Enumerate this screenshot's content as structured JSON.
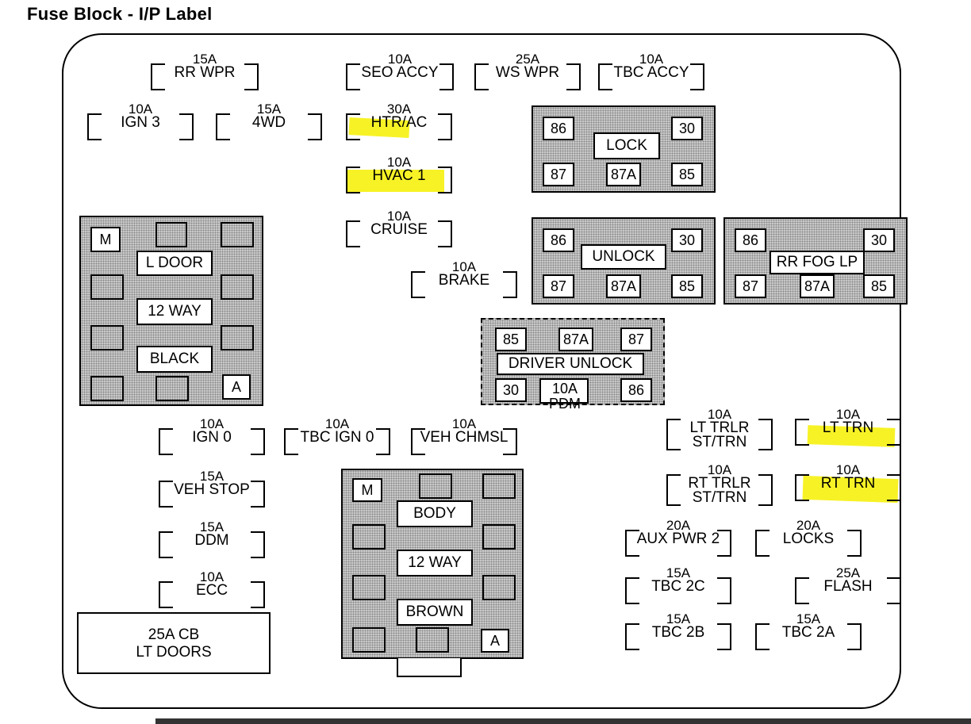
{
  "title": "Fuse Block - I/P Label",
  "fuses": {
    "rr_wpr": {
      "amp": "15A",
      "name": "RR WPR"
    },
    "seo_accy": {
      "amp": "10A",
      "name": "SEO ACCY"
    },
    "ws_wpr": {
      "amp": "25A",
      "name": "WS WPR"
    },
    "tbc_accy": {
      "amp": "10A",
      "name": "TBC ACCY"
    },
    "ign3": {
      "amp": "10A",
      "name": "IGN 3"
    },
    "fourwd": {
      "amp": "15A",
      "name": "4WD"
    },
    "htr_ac": {
      "amp": "30A",
      "name": "HTR/AC"
    },
    "hvac1": {
      "amp": "10A",
      "name": "HVAC 1"
    },
    "cruise": {
      "amp": "10A",
      "name": "CRUISE"
    },
    "brake": {
      "amp": "10A",
      "name": "BRAKE"
    },
    "ign0": {
      "amp": "10A",
      "name": "IGN 0"
    },
    "tbc_ign0": {
      "amp": "10A",
      "name": "TBC IGN 0"
    },
    "veh_chmsl": {
      "amp": "10A",
      "name": "VEH CHMSL"
    },
    "veh_stop": {
      "amp": "15A",
      "name": "VEH STOP"
    },
    "ddm": {
      "amp": "15A",
      "name": "DDM"
    },
    "ecc": {
      "amp": "10A",
      "name": "ECC"
    },
    "lt_trlr": {
      "amp": "10A",
      "name": "LT TRLR",
      "name2": "ST/TRN"
    },
    "lt_trn": {
      "amp": "10A",
      "name": "LT TRN"
    },
    "rt_trlr": {
      "amp": "10A",
      "name": "RT TRLR",
      "name2": "ST/TRN"
    },
    "rt_trn": {
      "amp": "10A",
      "name": "RT TRN"
    },
    "aux_pwr2": {
      "amp": "20A",
      "name": "AUX PWR 2"
    },
    "locks": {
      "amp": "20A",
      "name": "LOCKS"
    },
    "tbc2c": {
      "amp": "15A",
      "name": "TBC 2C"
    },
    "flash": {
      "amp": "25A",
      "name": "FLASH"
    },
    "tbc2b": {
      "amp": "15A",
      "name": "TBC 2B"
    },
    "tbc2a": {
      "amp": "15A",
      "name": "TBC 2A"
    }
  },
  "relays": {
    "lock": {
      "name": "LOCK",
      "p86": "86",
      "p30": "30",
      "p87": "87",
      "p87a": "87A",
      "p85": "85"
    },
    "unlock": {
      "name": "UNLOCK",
      "p86": "86",
      "p30": "30",
      "p87": "87",
      "p87a": "87A",
      "p85": "85"
    },
    "rr_fog": {
      "name": "RR FOG LP",
      "p86": "86",
      "p30": "30",
      "p87": "87",
      "p87a": "87A",
      "p85": "85"
    },
    "driver_unlock": {
      "name": "DRIVER UNLOCK",
      "p85": "85",
      "p87a": "87A",
      "p87": "87",
      "p30": "30",
      "p86": "86",
      "pdm_amp": "10A",
      "pdm_name": "PDM"
    }
  },
  "connectors": {
    "black": {
      "m": "M",
      "a": "A",
      "l1": "L DOOR",
      "l2": "12 WAY",
      "l3": "BLACK"
    },
    "brown": {
      "m": "M",
      "a": "A",
      "l1": "BODY",
      "l2": "12 WAY",
      "l3": "BROWN"
    }
  },
  "circuit_breaker": {
    "line1": "25A CB",
    "line2": "LT DOORS"
  },
  "highlight_color": "#f6f000"
}
